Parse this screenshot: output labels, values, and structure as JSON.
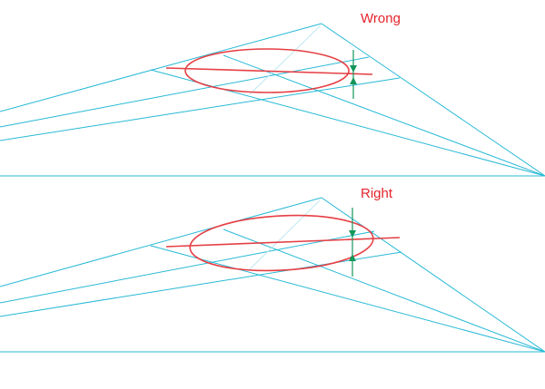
{
  "panels": [
    {
      "id": "top",
      "label": "Wrong"
    },
    {
      "id": "bottom",
      "label": "Right"
    }
  ],
  "colors": {
    "guide": "#27b9d6",
    "ellipse": "#e53f44",
    "label": "#e5232b",
    "arrow": "#13965a"
  }
}
